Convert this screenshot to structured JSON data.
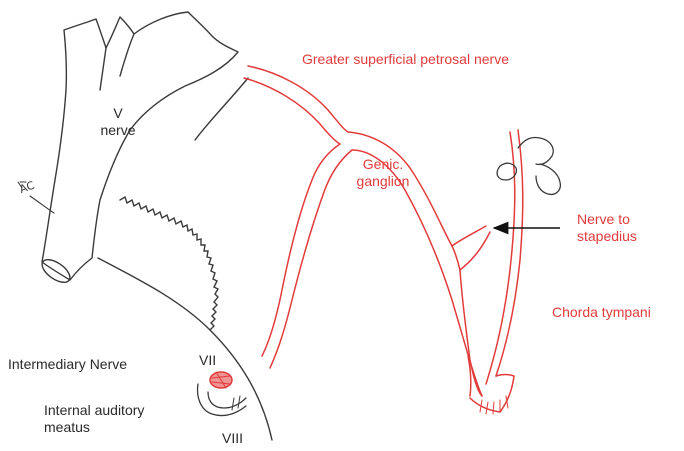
{
  "labels": {
    "v_nerve": [
      "V",
      "nerve"
    ],
    "greater_superficial_petrosal": "Greater superficial petrosal nerve",
    "genic_ganglion": [
      "Genic.",
      "ganglion"
    ],
    "nerve_to_stapedius": [
      "Nerve to",
      "stapedius"
    ],
    "chorda_tympani": "Chorda tympani",
    "intermediary_nerve": "Intermediary Nerve",
    "vii": "VII",
    "viii": "VIII",
    "internal_auditory_meatus": [
      "Internal auditory",
      "meatus"
    ],
    "ac": "AC"
  },
  "colors": {
    "nerve_red": "#e23b3b",
    "pencil": "#3a3a3a",
    "text_dark": "#2a2a2a"
  }
}
